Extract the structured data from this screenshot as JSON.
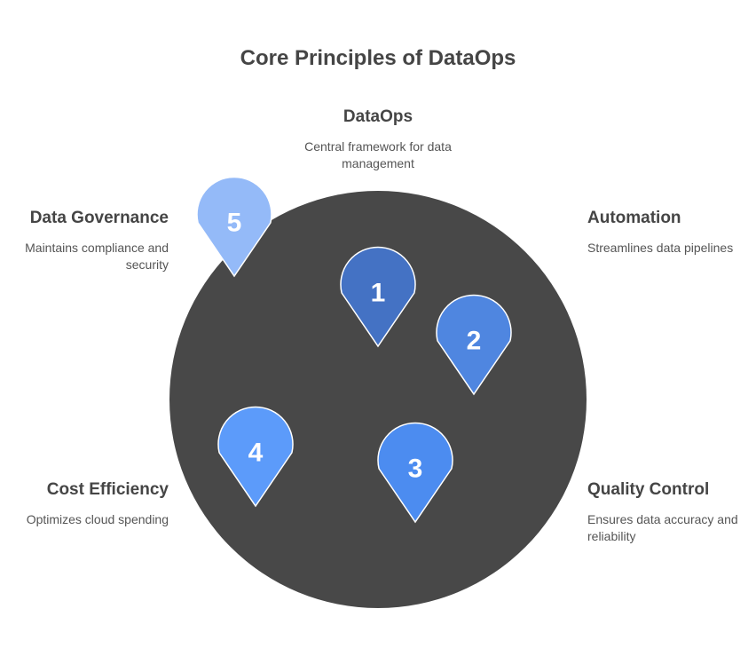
{
  "title": "Core Principles of DataOps",
  "center": {
    "heading": "DataOps",
    "description": "Central framework for data management"
  },
  "principles": [
    {
      "number": "1",
      "color": "#4472c4"
    },
    {
      "number": "2",
      "color": "#4f86e0",
      "heading": "Automation",
      "description": "Streamlines data pipelines"
    },
    {
      "number": "3",
      "color": "#4c8cf0",
      "heading": "Quality Control",
      "description": "Ensures data accuracy and reliability"
    },
    {
      "number": "4",
      "color": "#5c9bfa",
      "heading": "Cost Efficiency",
      "description": "Optimizes cloud spending"
    },
    {
      "number": "5",
      "color": "#94baf8",
      "heading": "Data Governance",
      "description": "Maintains compliance and security"
    }
  ],
  "colors": {
    "circle": "#484848",
    "text": "#454545"
  }
}
